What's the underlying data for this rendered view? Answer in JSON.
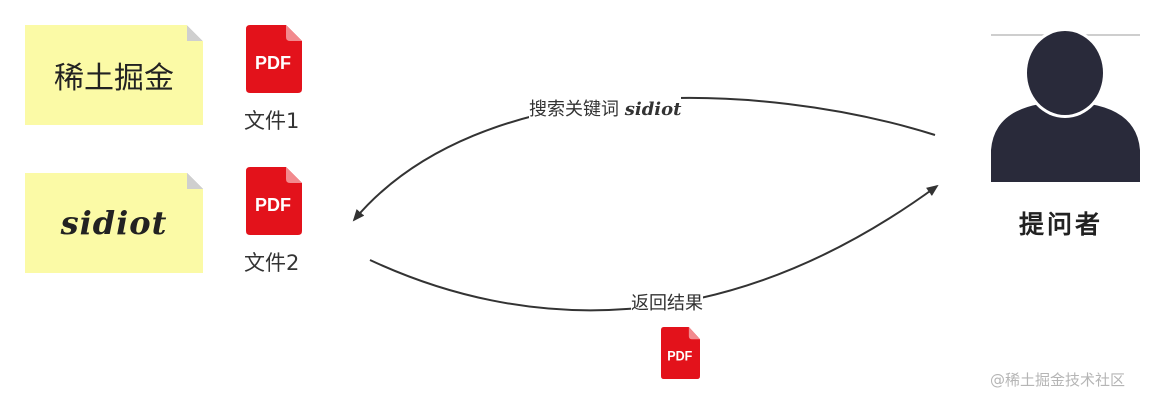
{
  "notes": [
    {
      "text": "稀土掘金"
    },
    {
      "text": "sidiot"
    }
  ],
  "files": [
    {
      "label": "文件1",
      "icon_text": "PDF"
    },
    {
      "label": "文件2",
      "icon_text": "PDF"
    }
  ],
  "edges": {
    "search_label": "搜索关键词",
    "search_keyword": "sidiot",
    "return_label": "返回结果",
    "result_icon_text": "PDF"
  },
  "person": {
    "label": "提问者"
  },
  "watermark": "@稀土掘金技术社区",
  "colors": {
    "note_bg": "#fbfaa6",
    "pdf_red": "#e3121b",
    "person_fill": "#292a3a",
    "arrow": "#333333"
  }
}
